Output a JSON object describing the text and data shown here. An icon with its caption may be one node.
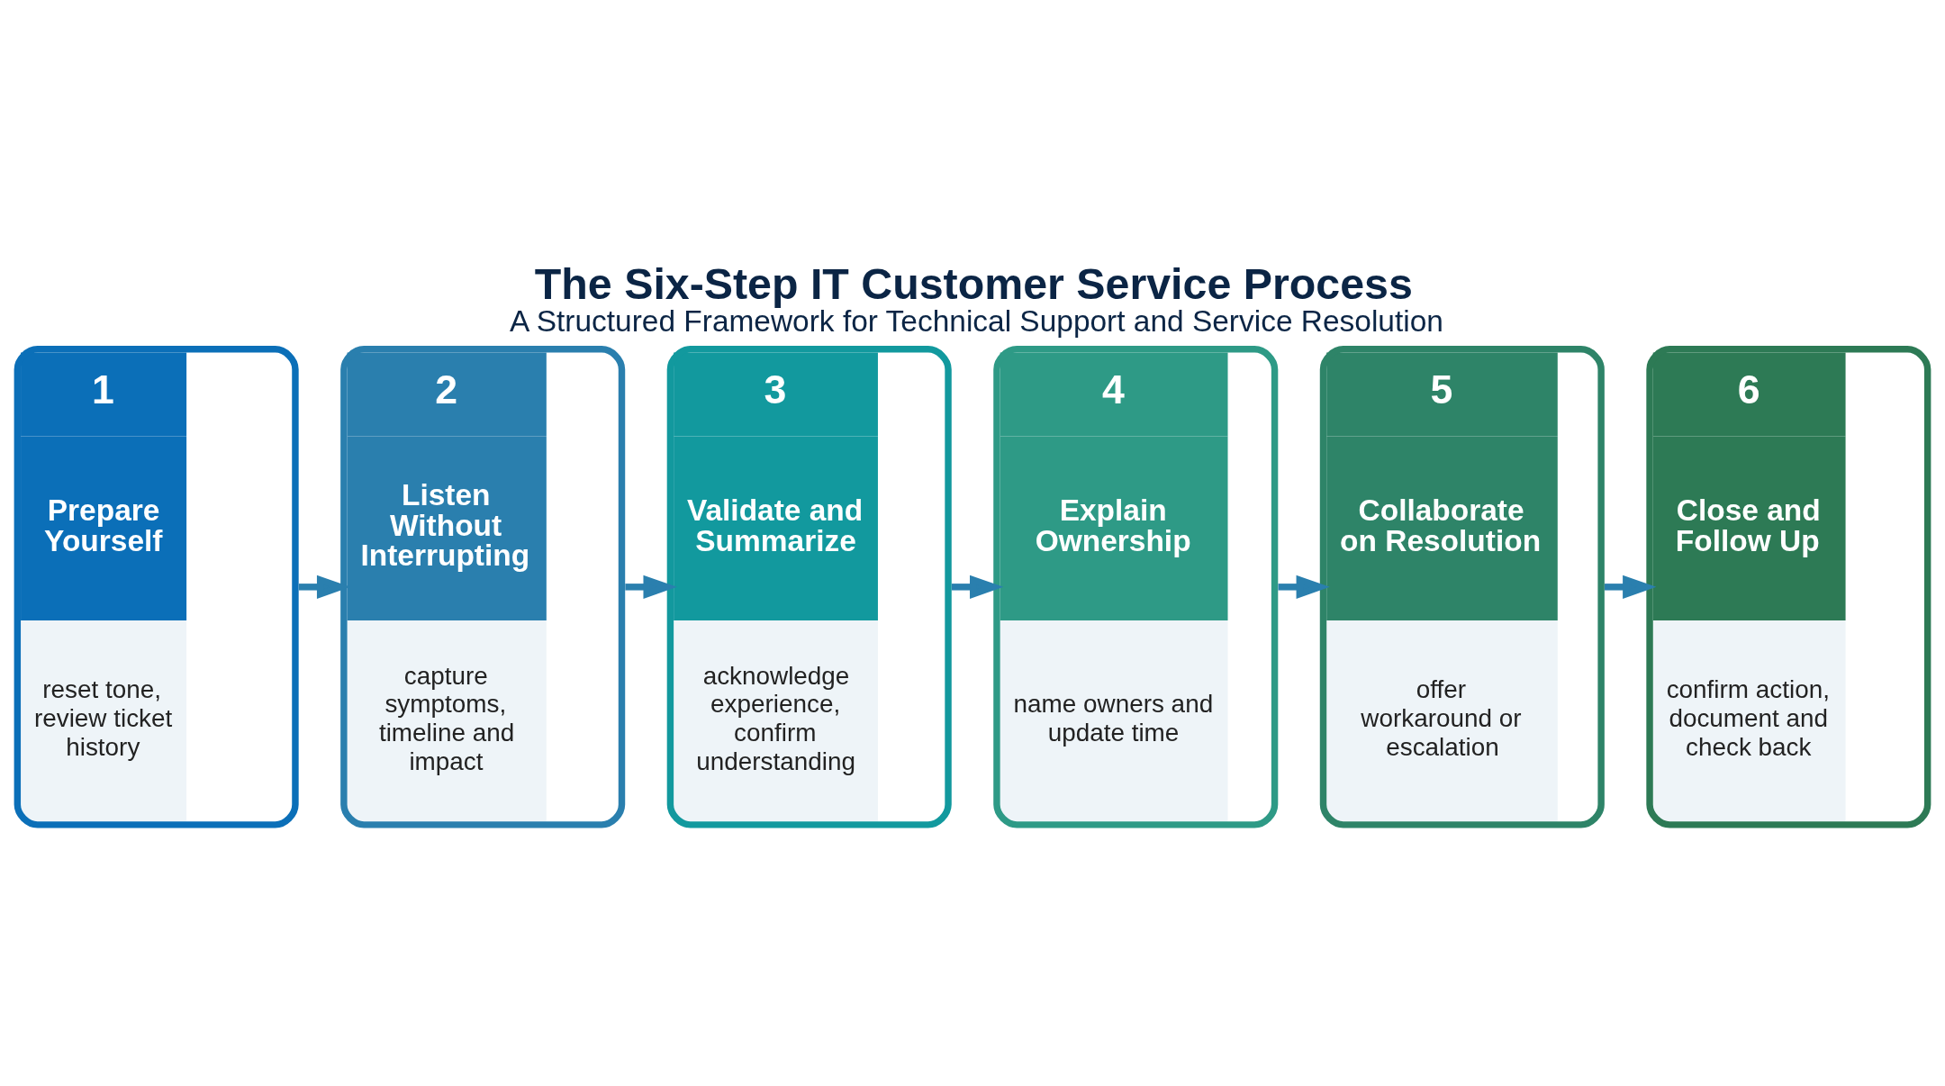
{
  "diagram": {
    "title": "The Six-Step IT Customer Service Process",
    "caption": "A Structured Framework for Technical Support and Service Resolution",
    "nodes": [
      {
        "text": [
          "1",
          "Prepare Yourself",
          "reset tone, review ticket history"
        ]
      },
      {
        "text": [
          "2",
          "Listen Without Interrupting",
          "capture symptoms, timeline and impact"
        ]
      },
      {
        "text": [
          "3",
          "Validate and Summarize",
          "acknowledge experience, confirm understanding"
        ]
      },
      {
        "text": [
          "4",
          "Explain Ownership",
          "name owners and update time"
        ]
      },
      {
        "text": [
          "5",
          "Collaborate on Resolution",
          "offer workaround or escalation"
        ]
      },
      {
        "text": [
          "6",
          "Close and Follow Up",
          "confirm action, document and check back"
        ]
      }
    ],
    "edges": [
      {
        "from": 0,
        "to": 1,
        "arrow": "to"
      },
      {
        "from": 1,
        "to": 2,
        "arrow": "to"
      },
      {
        "from": 2,
        "to": 3,
        "arrow": "to"
      },
      {
        "from": 3,
        "to": 4,
        "arrow": "to"
      },
      {
        "from": 4,
        "to": 5,
        "arrow": "to"
      }
    ]
  }
}
